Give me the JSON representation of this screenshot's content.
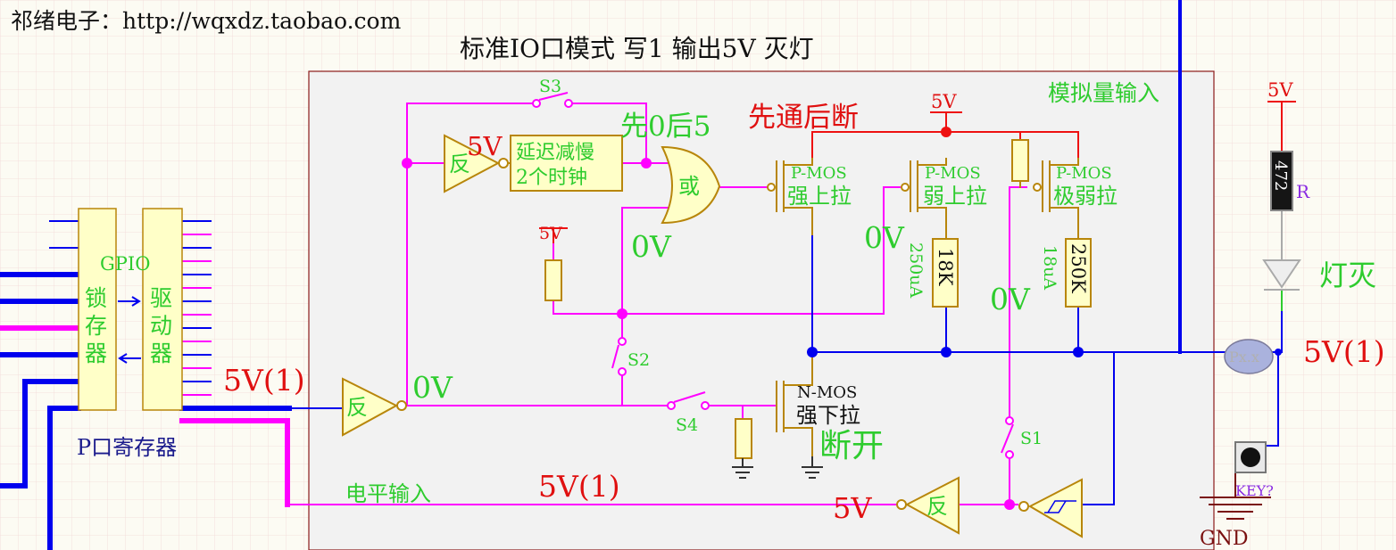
{
  "header": {
    "shop_label": "祁绪电子：http://wqxdz.taobao.com",
    "title": "标准IO口模式 写1 输出5V 灭灯"
  },
  "register": {
    "gpio": "GPIO",
    "latch": [
      "锁",
      "存",
      "器"
    ],
    "driver": [
      "驱",
      "动",
      "器"
    ],
    "caption": "P口寄存器"
  },
  "logic": {
    "inv_main": "反",
    "inv_top": "反",
    "inv_input": "反",
    "delay_line1": "延迟减慢",
    "delay_line2": "2个时钟",
    "or_gate": "或"
  },
  "switches": {
    "s1": "S1",
    "s2": "S2",
    "s3": "S3",
    "s4": "S4"
  },
  "mos": {
    "pmos_type": "P-MOS",
    "strong_pullup": "强上拉",
    "weak_pullup": "弱上拉",
    "very_weak_pullup": "极弱拉",
    "nmos_type": "N-MOS",
    "strong_pulldown": "强下拉"
  },
  "resistors": {
    "r18k": "18K",
    "r250k": "250K",
    "cur250": "250uA",
    "cur18": "18uA",
    "r472": "472",
    "r_label": "R"
  },
  "annotations": {
    "v5_red": "5V",
    "first0then5": "先0后5",
    "first_on_then_off": "先通后断",
    "v0_or": "0V",
    "v0_weak": "0V",
    "v0_s1": "0V",
    "v0_inv": "0V",
    "out_5v1": "5V(1)",
    "disconnect": "断开",
    "level_input": "电平输入",
    "level_5v1": "5V(1)",
    "inv_in_5v": "5V",
    "pin_5v1": "5V(1)",
    "analog_input": "模拟量输入",
    "lamp_off": "灯灭"
  },
  "supplies": {
    "vcc_top": "5V",
    "vcc_left": "5V",
    "vcc_led": "5V",
    "gnd": "GND"
  },
  "external": {
    "pin": "Px.x",
    "key": "KEY?"
  },
  "colors": {
    "magenta": "#ff00ff",
    "blue": "#0000ee",
    "red": "#ee1111",
    "component_fill": "#ffffc8",
    "component_stroke": "#b8860b",
    "label_green": "#2ecc2e",
    "grid": "#f3d8d8"
  }
}
